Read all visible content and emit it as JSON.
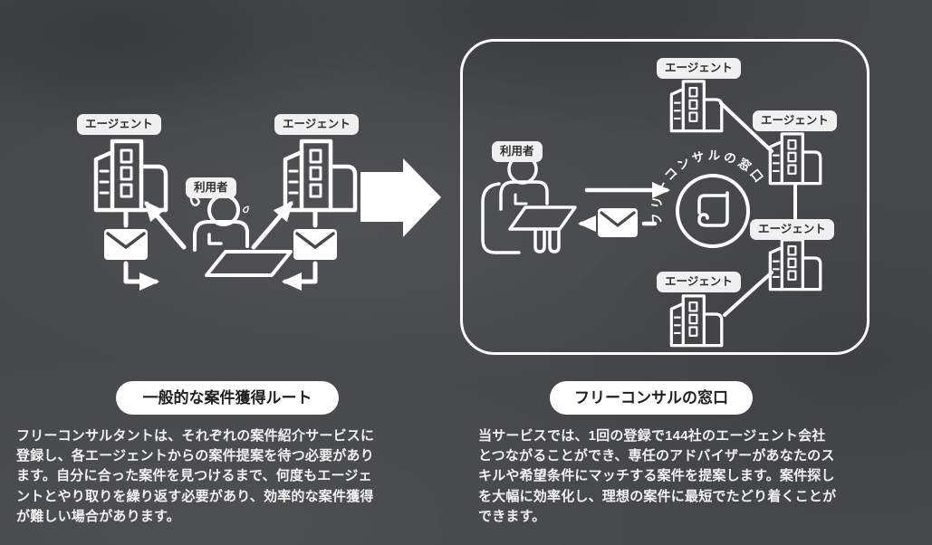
{
  "left_section": {
    "title": "一般的な案件獲得ルート",
    "description": "フリーコンサルタントは、それぞれの案件紹介サービスに\n登録し、各エージェントからの案件提案を待つ必要があり\nます。自分に合った案件を見つけるまで、何度もエージェ\nントとやり取りを繰り返す必要があり、効率的な案件獲得\nが難しい場合があります。",
    "agent_label_left": "エージェント",
    "agent_label_right": "エージェント",
    "user_label": "利用者"
  },
  "right_section": {
    "title": "フリーコンサルの窓口",
    "description": "当サービスでは、1回の登録で144社のエージェント会社\nとつながることができ、専任のアドバイザーがあなたのス\nキルや希望条件にマッチする案件を提案します。案件探し\nを大幅に効率化し、理想の案件に最短でたどり着くことが\nできます。",
    "user_label": "利用者",
    "agent_label_top": "エージェント",
    "agent_label_right_upper": "エージェント",
    "agent_label_right_lower": "エージェント",
    "agent_label_bottom": "エージェント",
    "logo_arc_text": "フリーコンサルの窓口"
  },
  "colors": {
    "background": "#46484b",
    "line": "#ffffff",
    "badge_bg": "#f0f0f0",
    "badge_text": "#2e2e2e",
    "pill_bg": "#ffffff",
    "pill_text": "#1f1f1f",
    "body_text": "#f1f1f1"
  }
}
